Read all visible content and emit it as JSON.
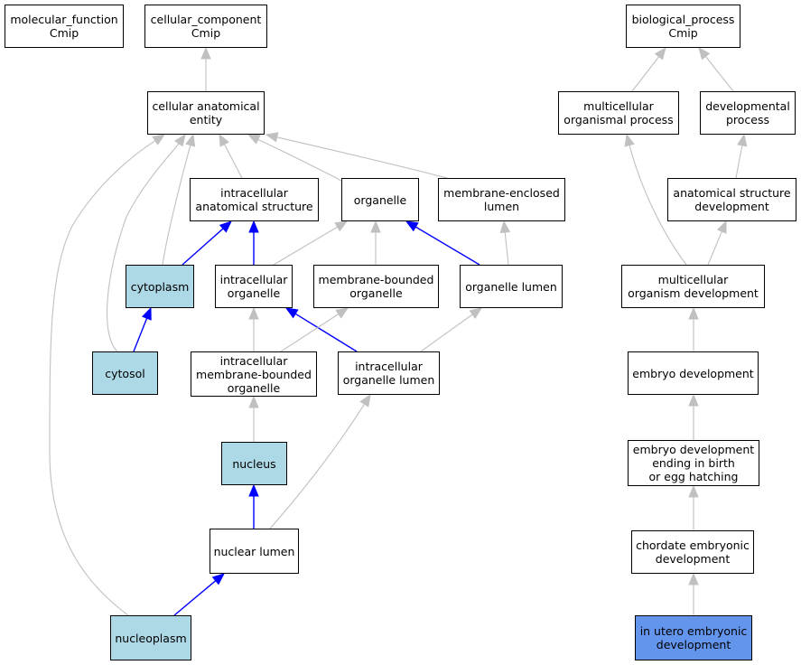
{
  "colors": {
    "edge_default": "#c0c0c0",
    "edge_highlight": "#0000ff",
    "node_border": "#000000",
    "node_fill": "#ffffff",
    "node_highlight_light": "#add8e6",
    "node_highlight_strong": "#6495ed"
  },
  "nodes": {
    "molecular_function": {
      "label": "molecular_function\nCmip",
      "highlight": "none"
    },
    "cellular_component": {
      "label": "cellular_component\nCmip",
      "highlight": "none"
    },
    "biological_process": {
      "label": "biological_process\nCmip",
      "highlight": "none"
    },
    "cellular_anatomical_entity": {
      "label": "cellular anatomical\nentity",
      "highlight": "none"
    },
    "multicellular_organismal_process": {
      "label": "multicellular\norganismal process",
      "highlight": "none"
    },
    "developmental_process": {
      "label": "developmental\nprocess",
      "highlight": "none"
    },
    "intracellular_anatomical_structure": {
      "label": "intracellular\nanatomical structure",
      "highlight": "none"
    },
    "organelle": {
      "label": "organelle",
      "highlight": "none"
    },
    "membrane_enclosed_lumen": {
      "label": "membrane-enclosed\nlumen",
      "highlight": "none"
    },
    "anatomical_structure_development": {
      "label": "anatomical structure\ndevelopment",
      "highlight": "none"
    },
    "cytoplasm": {
      "label": "cytoplasm",
      "highlight": "light"
    },
    "intracellular_organelle": {
      "label": "intracellular\norganelle",
      "highlight": "none"
    },
    "membrane_bounded_organelle": {
      "label": "membrane-bounded\norganelle",
      "highlight": "none"
    },
    "organelle_lumen": {
      "label": "organelle lumen",
      "highlight": "none"
    },
    "multicellular_organism_development": {
      "label": "multicellular\norganism development",
      "highlight": "none"
    },
    "cytosol": {
      "label": "cytosol",
      "highlight": "light"
    },
    "intracellular_membrane_bounded_organelle": {
      "label": "intracellular\nmembrane-bounded\norganelle",
      "highlight": "none"
    },
    "intracellular_organelle_lumen": {
      "label": "intracellular\norganelle lumen",
      "highlight": "none"
    },
    "embryo_development": {
      "label": "embryo development",
      "highlight": "none"
    },
    "nucleus": {
      "label": "nucleus",
      "highlight": "light"
    },
    "embryo_development_birth": {
      "label": "embryo development\nending in birth\nor egg hatching",
      "highlight": "none"
    },
    "nuclear_lumen": {
      "label": "nuclear lumen",
      "highlight": "none"
    },
    "chordate_embryonic_development": {
      "label": "chordate embryonic\ndevelopment",
      "highlight": "none"
    },
    "nucleoplasm": {
      "label": "nucleoplasm",
      "highlight": "light"
    },
    "in_utero_embryonic_development": {
      "label": "in utero embryonic\ndevelopment",
      "highlight": "strong"
    }
  },
  "edges": [
    {
      "from": "cellular_anatomical_entity",
      "to": "cellular_component",
      "type": "default"
    },
    {
      "from": "multicellular_organismal_process",
      "to": "biological_process",
      "type": "default"
    },
    {
      "from": "developmental_process",
      "to": "biological_process",
      "type": "default"
    },
    {
      "from": "intracellular_anatomical_structure",
      "to": "cellular_anatomical_entity",
      "type": "default"
    },
    {
      "from": "organelle",
      "to": "cellular_anatomical_entity",
      "type": "default"
    },
    {
      "from": "membrane_enclosed_lumen",
      "to": "cellular_anatomical_entity",
      "type": "default"
    },
    {
      "from": "cytoplasm",
      "to": "cellular_anatomical_entity",
      "type": "default"
    },
    {
      "from": "cytosol",
      "to": "cellular_anatomical_entity",
      "type": "default"
    },
    {
      "from": "nucleoplasm",
      "to": "cellular_anatomical_entity",
      "type": "default"
    },
    {
      "from": "anatomical_structure_development",
      "to": "developmental_process",
      "type": "default"
    },
    {
      "from": "multicellular_organism_development",
      "to": "multicellular_organismal_process",
      "type": "default"
    },
    {
      "from": "multicellular_organism_development",
      "to": "anatomical_structure_development",
      "type": "default"
    },
    {
      "from": "cytoplasm",
      "to": "intracellular_anatomical_structure",
      "type": "highlight"
    },
    {
      "from": "intracellular_organelle",
      "to": "intracellular_anatomical_structure",
      "type": "highlight"
    },
    {
      "from": "intracellular_organelle",
      "to": "organelle",
      "type": "default"
    },
    {
      "from": "membrane_bounded_organelle",
      "to": "organelle",
      "type": "default"
    },
    {
      "from": "organelle_lumen",
      "to": "organelle",
      "type": "highlight"
    },
    {
      "from": "organelle_lumen",
      "to": "membrane_enclosed_lumen",
      "type": "default"
    },
    {
      "from": "cytosol",
      "to": "cytoplasm",
      "type": "highlight"
    },
    {
      "from": "intracellular_membrane_bounded_organelle",
      "to": "intracellular_organelle",
      "type": "default"
    },
    {
      "from": "intracellular_organelle_lumen",
      "to": "intracellular_organelle",
      "type": "highlight"
    },
    {
      "from": "intracellular_membrane_bounded_organelle",
      "to": "membrane_bounded_organelle",
      "type": "default"
    },
    {
      "from": "intracellular_organelle_lumen",
      "to": "organelle_lumen",
      "type": "default"
    },
    {
      "from": "nucleus",
      "to": "intracellular_membrane_bounded_organelle",
      "type": "default"
    },
    {
      "from": "nuclear_lumen",
      "to": "intracellular_organelle_lumen",
      "type": "default"
    },
    {
      "from": "nuclear_lumen",
      "to": "nucleus",
      "type": "highlight"
    },
    {
      "from": "nucleoplasm",
      "to": "nuclear_lumen",
      "type": "highlight"
    },
    {
      "from": "embryo_development",
      "to": "multicellular_organism_development",
      "type": "default"
    },
    {
      "from": "embryo_development_birth",
      "to": "embryo_development",
      "type": "default"
    },
    {
      "from": "chordate_embryonic_development",
      "to": "embryo_development_birth",
      "type": "default"
    },
    {
      "from": "in_utero_embryonic_development",
      "to": "chordate_embryonic_development",
      "type": "default"
    }
  ]
}
